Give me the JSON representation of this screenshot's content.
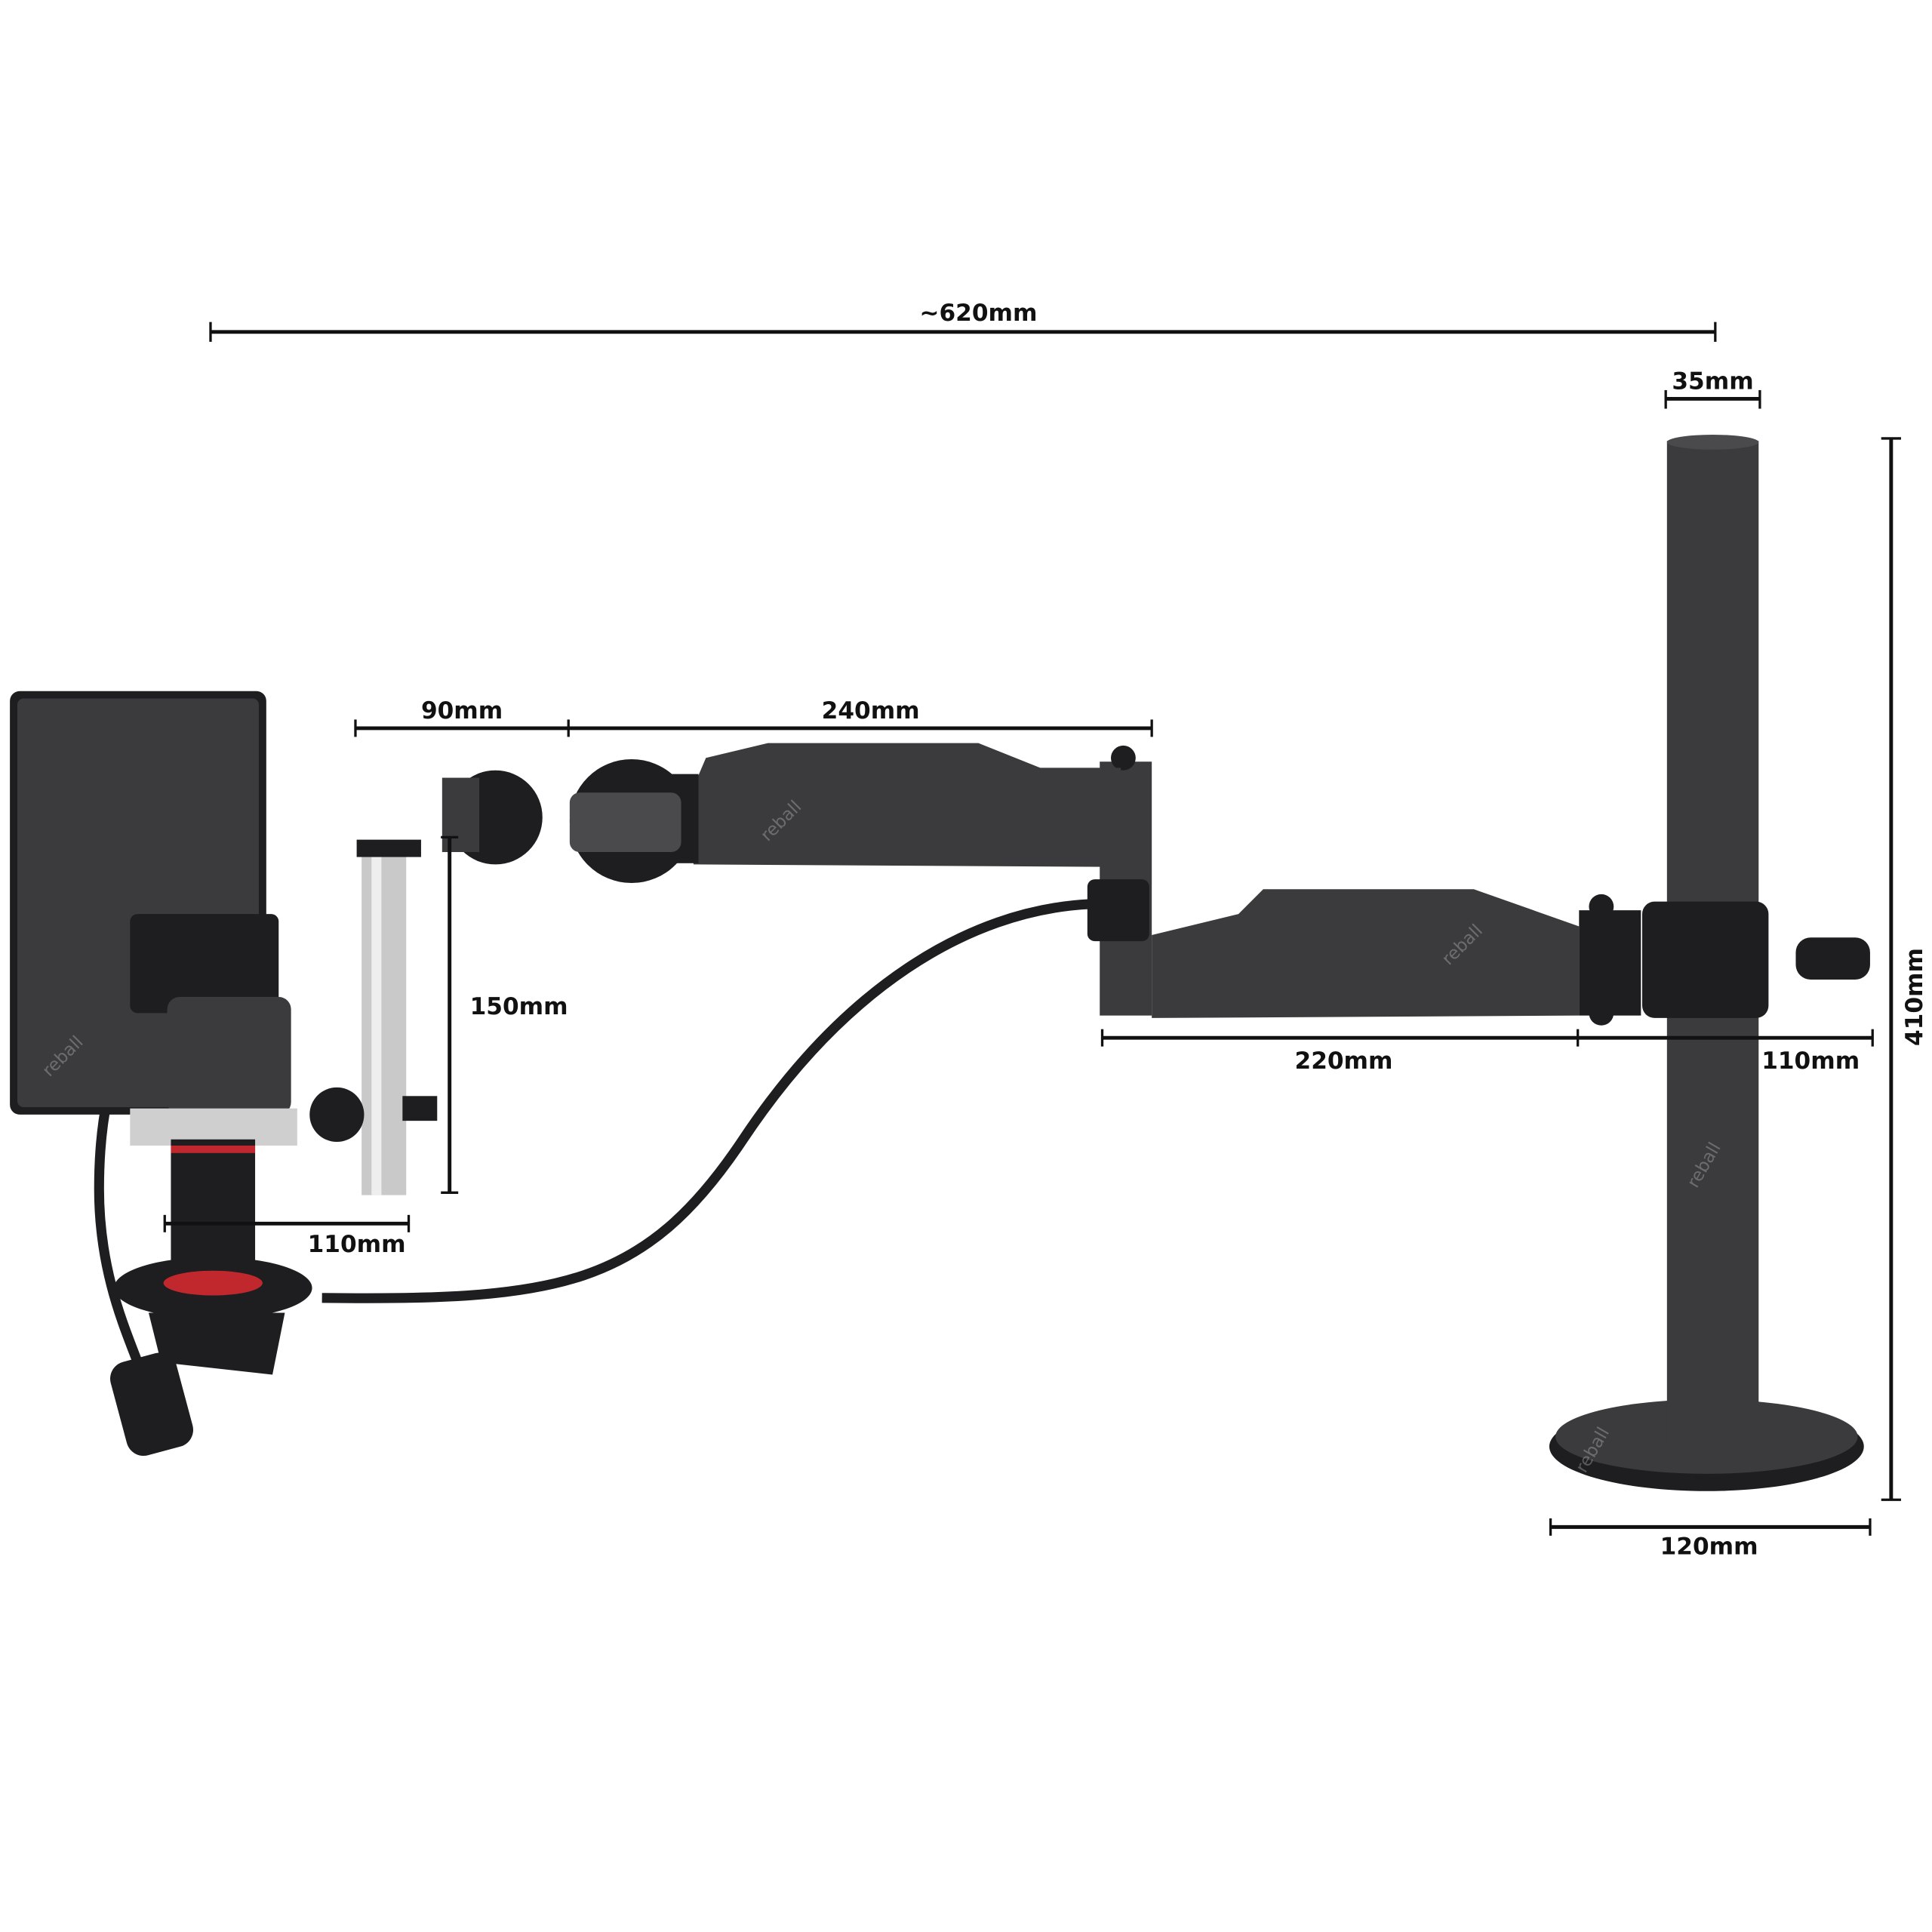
{
  "dimensions": {
    "overall_length": "~620mm",
    "pole_diameter": "35mm",
    "pole_height": "410mm",
    "arm_offset": "90mm",
    "upper_arm": "240mm",
    "holder_height": "150mm",
    "lower_arm": "220mm",
    "clamp_depth": "110mm",
    "ring_light_width": "110mm",
    "base_width": "120mm"
  },
  "watermark": "reball",
  "colors": {
    "product": "#3b3b3d",
    "lens_accent": "#c0282d",
    "background": "#ffffff"
  }
}
